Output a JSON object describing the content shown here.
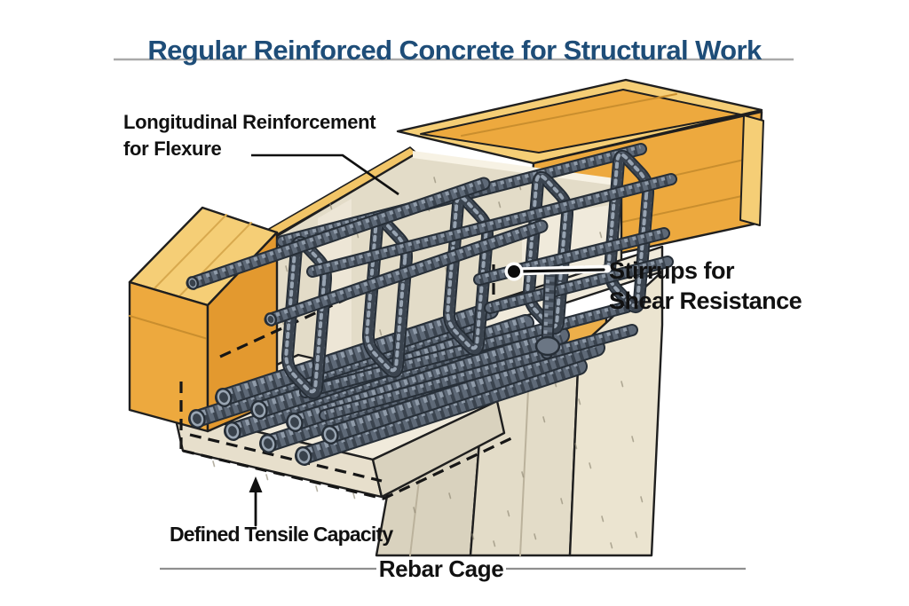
{
  "title": "Regular Reinforced Concrete for Structural Work",
  "labels": {
    "longitudinal_reinforcement": {
      "line1": "Longitudinal Reinforcement",
      "line2": "for Flexure"
    },
    "stirrups": {
      "line1": "Stirrups for",
      "line2": "Shear Resistance"
    },
    "tensile_capacity": "Defined Tensile Capacity",
    "caption": "Rebar Cage"
  },
  "icons": {
    "callout_dot": "●",
    "arrow_up": "↑"
  },
  "colors": {
    "title_blue": "#1E4D78",
    "label_black": "#111111",
    "rule_gray": "#A9A9A9",
    "divider_gray": "#8F8F8F",
    "wood_light": "#F5CE76",
    "wood_main": "#EDA93E",
    "wood_dark": "#E3992F",
    "wood_seam": "#C98E2E",
    "concrete_light": "#F0EADB",
    "concrete_mid": "#E3DCC8",
    "concrete_dark": "#D9D2BE",
    "speckle": "#8F8874",
    "rebar_outline": "#262E37",
    "rebar_dark": "#3B444F",
    "rebar_mid": "#5E6977",
    "rebar_light": "#97A3B1",
    "outline": "#1F1F1F",
    "leader_black": "#101010"
  }
}
